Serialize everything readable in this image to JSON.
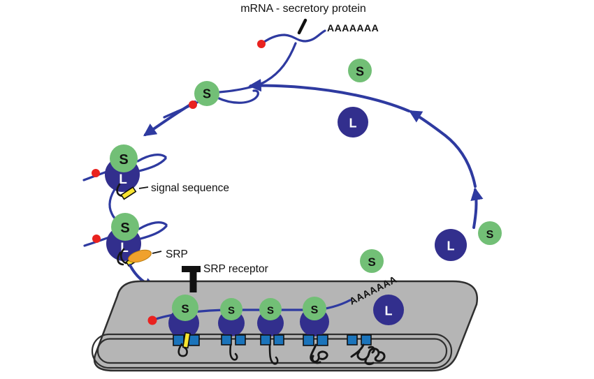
{
  "diagram": {
    "title": "mRNA - secretory protein",
    "mrna": {
      "poly_a_top": "AAAAAAA",
      "poly_a_er": "AAAAAAA"
    },
    "labels": {
      "signal_sequence": "signal sequence",
      "srp": "SRP",
      "srp_receptor": "SRP receptor"
    },
    "subunits": {
      "small": "S",
      "large": "L"
    },
    "colors": {
      "small_subunit_green": "#72bf76",
      "large_subunit_blue": "#322f8d",
      "mrna_arrow_blue": "#2e3aa0",
      "translocon_blue": "#1b74bb",
      "srp_orange": "#f0a12c",
      "signal_sequence_yellow": "#f8e430",
      "mrna_cap_red": "#e9221f",
      "er_membrane_gray": "#b5b5b5",
      "er_lumen_gray": "#eaeaea",
      "nascent_chain_black": "#161616"
    }
  }
}
